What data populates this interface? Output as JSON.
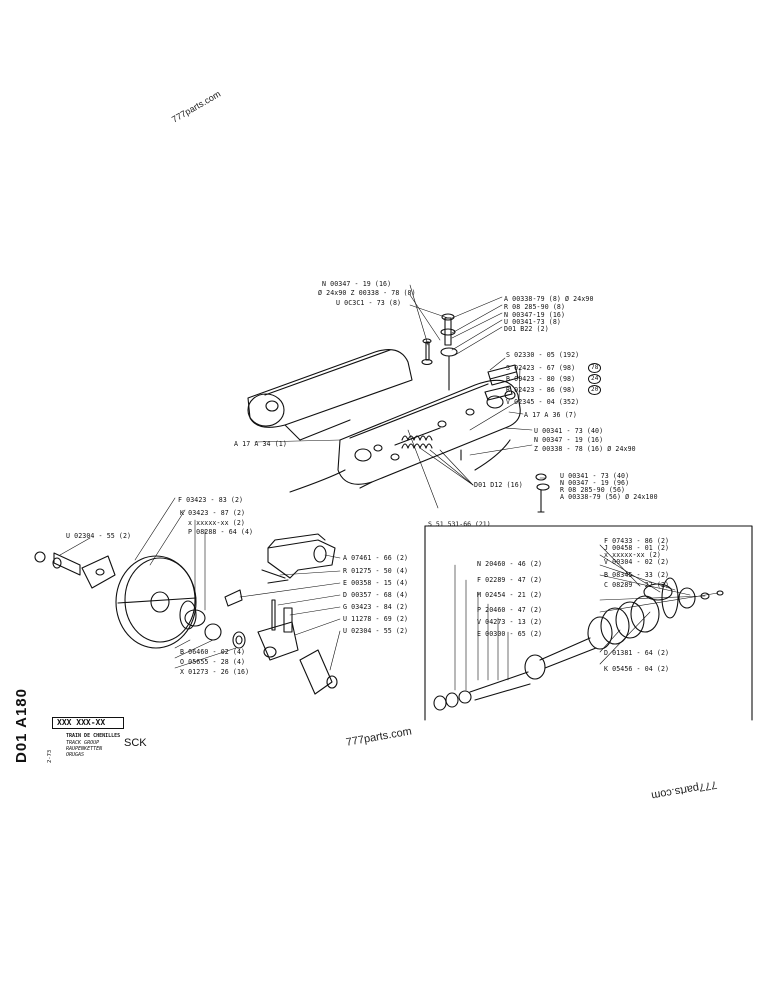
{
  "watermarks": [
    "777parts.com",
    "777parts.com",
    "777parts.com"
  ],
  "drawing_code": "D01 A180",
  "drawing_date": "2-73",
  "model": "SCK",
  "code_box": "XXX XXX-XX",
  "title_lines": [
    "TRAIN DE CHENILLES",
    "TRACK GROUP",
    "RAUPENKETTEN",
    "ORUGAS"
  ],
  "subgroup_ref": "S 51 531-66 (21)",
  "labels": {
    "top_left": [
      "N 00347 - 19 (16)",
      "Ø 24x90   Z 00338 - 78 (8)",
      "U 0C3C1 - 73 (8)"
    ],
    "top_right": [
      "A 00338-79 (8) Ø 24x90",
      "R 08 285-90 (8)",
      "N 00347-19 (16)",
      "U 00341-73 (8)",
      "D01  B22  (2)"
    ],
    "right_upper": [
      "S 02330 - 05 (192)",
      "S 02423 - 67 (98)",
      "B 09423 - 80 (98)",
      "R 02423 - 86 (98)",
      "V 02345 - 04 (352)"
    ],
    "circled": [
      "78",
      "24",
      "20"
    ],
    "a17_right": "A 17  A 36 (7)",
    "a17_left": "A 17  A 34 (1)",
    "right_middle": [
      "U 00341 - 73 (40)",
      "N 00347 - 19 (16)",
      "Z 00338 - 78 (16)  Ø 24x90"
    ],
    "right_lower": [
      "U 00341 - 73 (40)",
      "N 00347 - 19 (96)",
      "R 08 285-90 (56)",
      "A 00338-79 (56) Ø 24x100"
    ],
    "d01_d12": "D01  D12  (16)",
    "sprocket": [
      "F 03423 - 83 (2)",
      "K 03423 - 87 (2)",
      "x xxxxx-xx (2)",
      "P 08288 - 64 (4)"
    ],
    "u_left": "U 02304 - 55 (2)",
    "bottom_left": [
      "B 06460 - 02 (4)",
      "O 05655 - 28 (4)",
      "X 01273 - 26 (16)"
    ],
    "center_list": [
      "A 07461 - 66 (2)",
      "R 01275 - 50 (4)",
      "E 00358 - 15 (4)",
      "D 00357 - 68 (4)",
      "G 03423 - 84 (2)",
      "U 11278 - 69 (2)",
      "U 02304 - 55 (2)"
    ],
    "box_left": [
      "N 20460 - 46 (2)",
      "F 02289 - 47 (2)",
      "M 02454 - 21 (2)",
      "P 20460 - 47 (2)",
      "V 04273 - 13 (2)",
      "E 00300 - 65 (2)"
    ],
    "box_right_top": [
      "F 07433 - 86 (2)",
      "J 00458 - 01 (2)",
      "x xxxxx-xx (2)",
      "V 00304 - 02 (2)"
    ],
    "box_right_mid": [
      "B 08345 - 33 (2)",
      "C 08289 - 22 (2)"
    ],
    "box_right_bottom": [
      "D 01381 - 64 (2)",
      "K 05456 - 04 (2)"
    ]
  }
}
